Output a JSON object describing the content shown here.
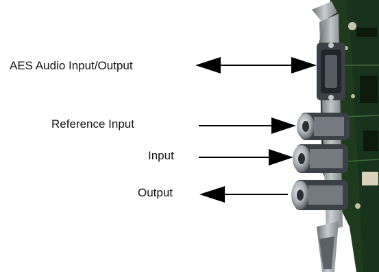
{
  "labels": {
    "aes": "AES Audio Input/Output",
    "reference": "Reference Input",
    "input": "Input",
    "output": "Output"
  },
  "colors": {
    "pcb": "#1e3b1e",
    "pcb_dark": "#0f230f",
    "bracket": "#9aa0a4",
    "connector_metal": "#b9bec2",
    "connector_shadow": "#3b4147",
    "arrow": "#000000"
  }
}
